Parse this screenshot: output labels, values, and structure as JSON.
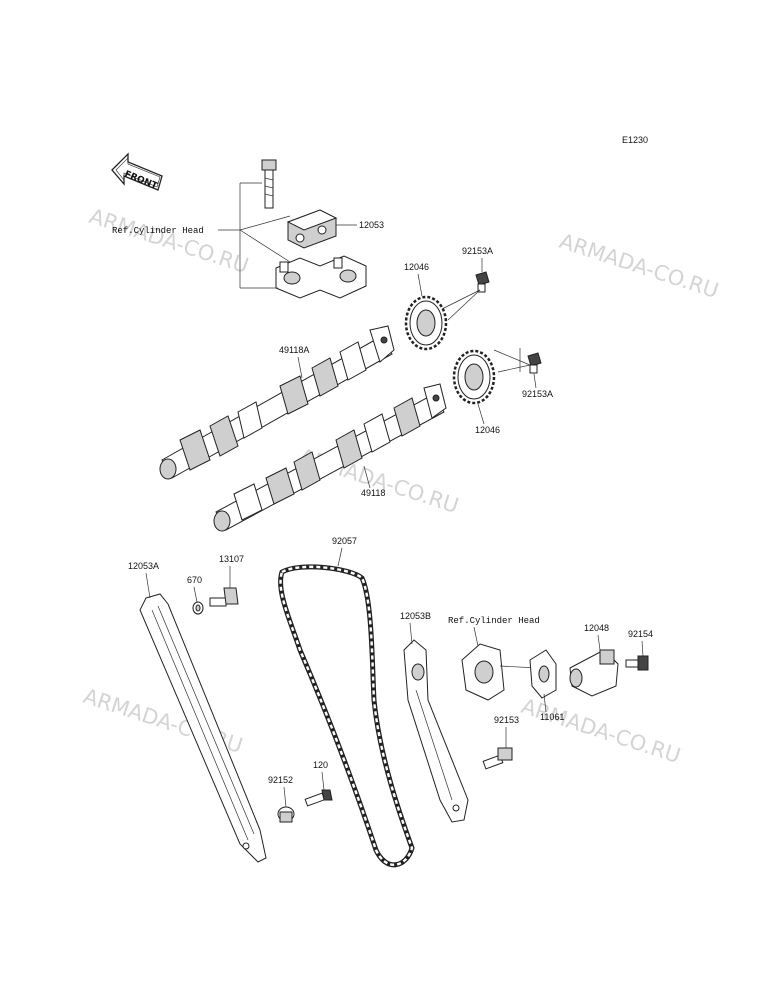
{
  "diagram_code": "E1230",
  "front_label": "FRONT",
  "watermark": "ARMADA-CO.RU",
  "ref_labels": {
    "upper": "Ref.Cylinder Head",
    "lower": "Ref.Cylinder Head"
  },
  "parts": {
    "p12053": "12053",
    "p92153A_top": "92153A",
    "p12046_top": "12046",
    "p49118A": "49118A",
    "p92153A_right": "92153A",
    "p12046_right": "12046",
    "p49118": "49118",
    "p12053A": "12053A",
    "p13107": "13107",
    "p670": "670",
    "p92057": "92057",
    "p12053B": "12053B",
    "p12048": "12048",
    "p92154": "92154",
    "p11061": "11061",
    "p92153": "92153",
    "p92152": "92152",
    "p120": "120"
  }
}
